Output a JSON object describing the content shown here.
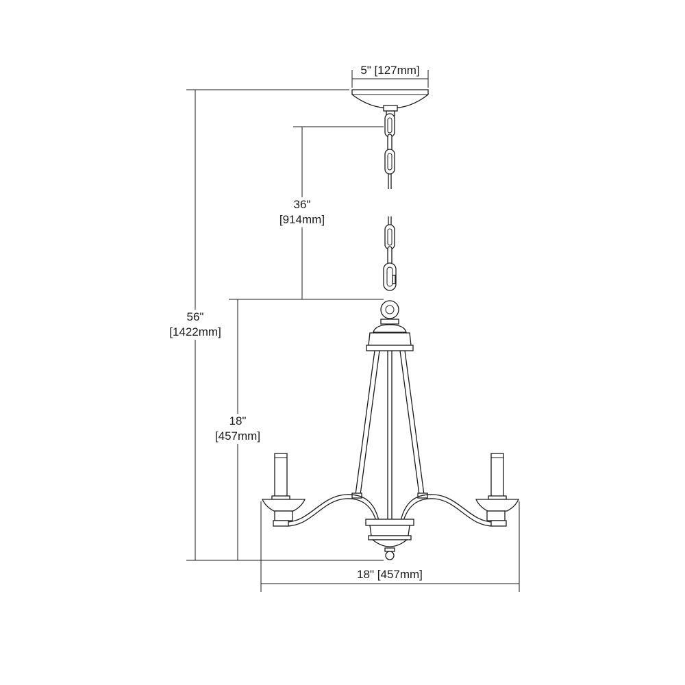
{
  "dimensions": {
    "canopy_width": {
      "label": "5\" [127mm]"
    },
    "chain_length": {
      "imperial": "36\"",
      "metric": "[914mm]"
    },
    "overall_height": {
      "imperial": "56\"",
      "metric": "[1422mm]"
    },
    "fixture_height": {
      "imperial": "18\"",
      "metric": "[457mm]"
    },
    "fixture_width": {
      "label": "18\" [457mm]"
    }
  },
  "colors": {
    "line": "#1a1a1a",
    "background": "#ffffff"
  }
}
